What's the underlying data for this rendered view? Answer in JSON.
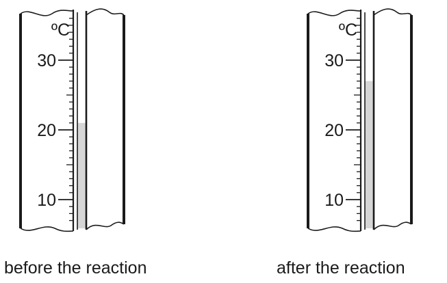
{
  "unit_label": "ºC",
  "scale": {
    "min": 7,
    "max": 37,
    "tick_step": 1,
    "major_step": 5,
    "labels": [
      10,
      20,
      30
    ]
  },
  "thermometers": [
    {
      "name": "before",
      "caption": "before the reaction",
      "reading": 21
    },
    {
      "name": "after",
      "caption": "after the reaction",
      "reading": 27
    }
  ],
  "colors": {
    "ink": "#1a1a1a",
    "liquid": "#d6d6d6"
  }
}
